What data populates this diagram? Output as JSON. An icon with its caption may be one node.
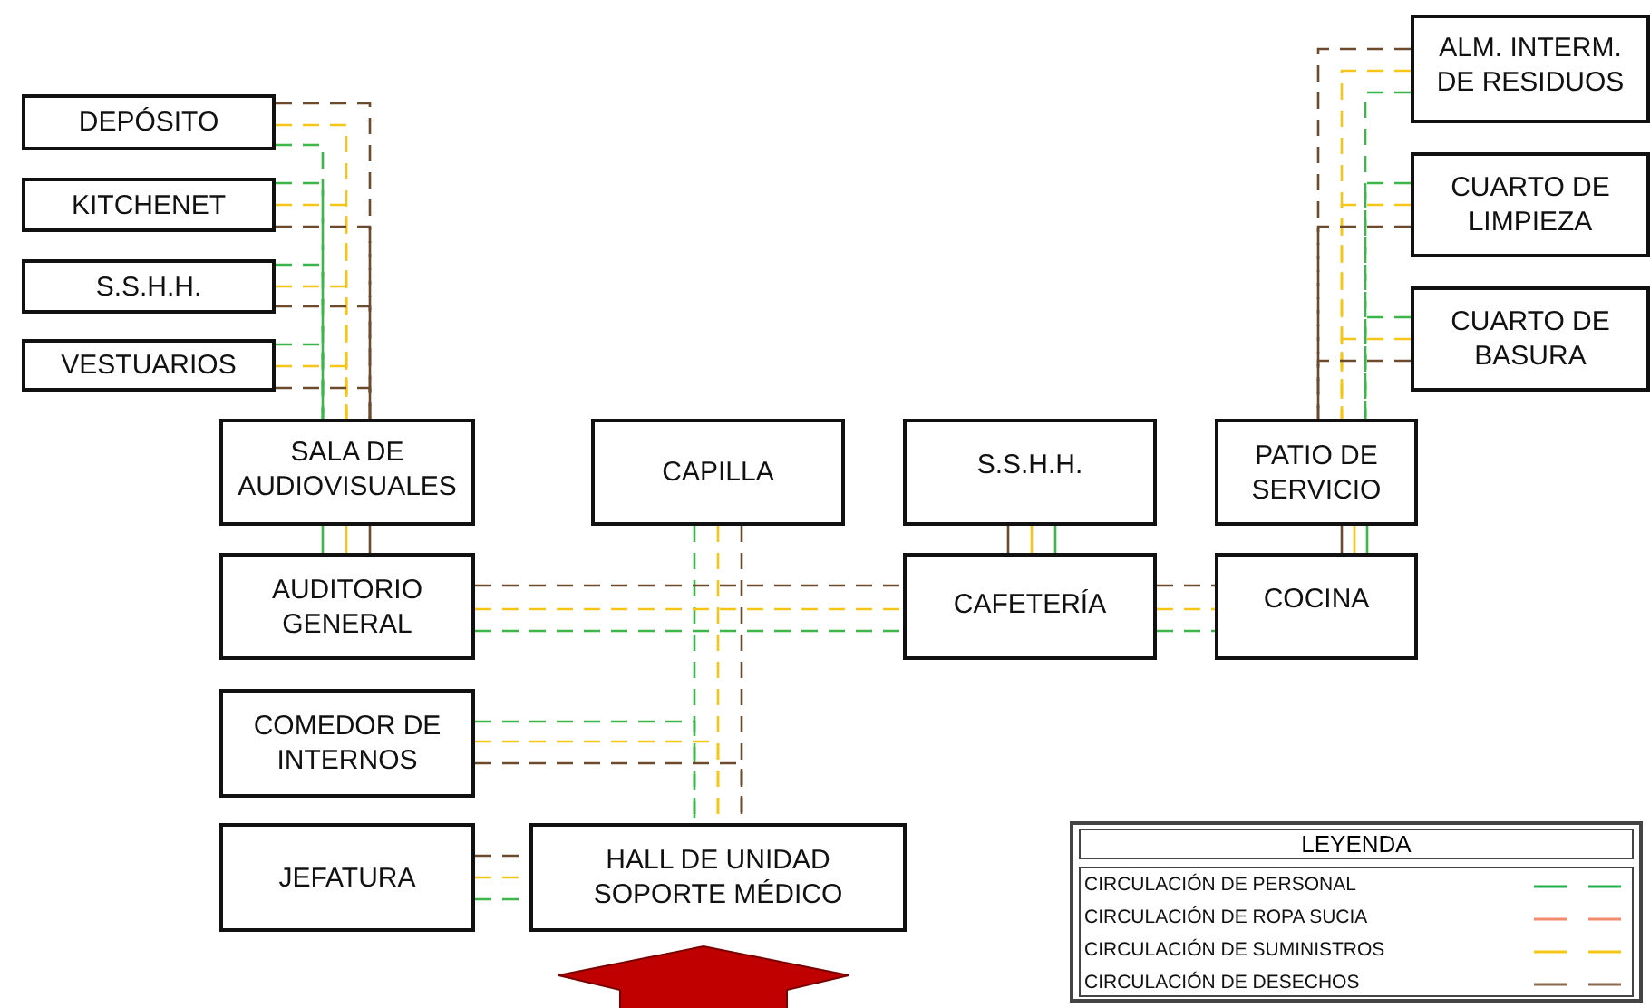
{
  "diagram": {
    "nodes": [
      {
        "text": [
          "DEPÓSITO"
        ]
      },
      {
        "text": [
          "KITCHENET"
        ]
      },
      {
        "text": [
          "S.S.H.H."
        ]
      },
      {
        "text": [
          "VESTUARIOS"
        ]
      },
      {
        "text": [
          "SALA DE AUDIOVISUALES"
        ]
      },
      {
        "text": [
          "CAPILLA"
        ]
      },
      {
        "text": [
          "S.S.H.H."
        ]
      },
      {
        "text": [
          "PATIO DE SERVICIO"
        ]
      },
      {
        "text": [
          "ALM. INTERM. DE RESIDUOS"
        ]
      },
      {
        "text": [
          "CUARTO DE LIMPIEZA"
        ]
      },
      {
        "text": [
          "CUARTO DE BASURA"
        ]
      },
      {
        "text": [
          "AUDITORIO GENERAL"
        ]
      },
      {
        "text": [
          "CAFETERÍA"
        ]
      },
      {
        "text": [
          "COCINA"
        ]
      },
      {
        "text": [
          "COMEDOR DE INTERNOS"
        ]
      },
      {
        "text": [
          "JEFATURA"
        ]
      },
      {
        "text": [
          "HALL DE UNIDAD SOPORTE MÉDICO"
        ]
      }
    ],
    "edges": [
      {
        "from": 0,
        "to": 4,
        "arrow": "none",
        "style": "dashed",
        "color": "#3cb54a"
      },
      {
        "from": 0,
        "to": 4,
        "arrow": "none",
        "style": "dashed",
        "color": "#f5c518"
      },
      {
        "from": 0,
        "to": 4,
        "arrow": "none",
        "style": "dashed",
        "color": "#6b4a2e"
      },
      {
        "from": 1,
        "to": 4,
        "arrow": "none",
        "style": "dashed",
        "color": "#3cb54a"
      },
      {
        "from": 1,
        "to": 4,
        "arrow": "none",
        "style": "dashed",
        "color": "#f5c518"
      },
      {
        "from": 1,
        "to": 4,
        "arrow": "none",
        "style": "dashed",
        "color": "#6b4a2e"
      },
      {
        "from": 2,
        "to": 4,
        "arrow": "none",
        "style": "dashed",
        "color": "#3cb54a"
      },
      {
        "from": 2,
        "to": 4,
        "arrow": "none",
        "style": "dashed",
        "color": "#f5c518"
      },
      {
        "from": 2,
        "to": 4,
        "arrow": "none",
        "style": "dashed",
        "color": "#6b4a2e"
      },
      {
        "from": 3,
        "to": 4,
        "arrow": "none",
        "style": "dashed",
        "color": "#3cb54a"
      },
      {
        "from": 3,
        "to": 4,
        "arrow": "none",
        "style": "dashed",
        "color": "#f5c518"
      },
      {
        "from": 3,
        "to": 4,
        "arrow": "none",
        "style": "dashed",
        "color": "#6b4a2e"
      },
      {
        "from": 4,
        "to": 11,
        "arrow": "none",
        "color": "#3cb54a"
      },
      {
        "from": 4,
        "to": 11,
        "arrow": "none",
        "color": "#f5c518"
      },
      {
        "from": 4,
        "to": 11,
        "arrow": "none",
        "color": "#6b4a2e"
      },
      {
        "from": 5,
        "to": 16,
        "arrow": "none",
        "style": "dashed",
        "color": "#3cb54a"
      },
      {
        "from": 5,
        "to": 16,
        "arrow": "none",
        "style": "dashed",
        "color": "#f5c518"
      },
      {
        "from": 5,
        "to": 16,
        "arrow": "none",
        "style": "dashed",
        "color": "#6b4a2e"
      },
      {
        "from": 6,
        "to": 12,
        "arrow": "none",
        "color": "#3cb54a"
      },
      {
        "from": 6,
        "to": 12,
        "arrow": "none",
        "color": "#f5c518"
      },
      {
        "from": 6,
        "to": 12,
        "arrow": "none",
        "color": "#6b4a2e"
      },
      {
        "from": 7,
        "to": 13,
        "arrow": "none",
        "color": "#3cb54a"
      },
      {
        "from": 7,
        "to": 13,
        "arrow": "none",
        "color": "#f5c518"
      },
      {
        "from": 7,
        "to": 13,
        "arrow": "none",
        "color": "#6b4a2e"
      },
      {
        "from": 8,
        "to": 7,
        "arrow": "none",
        "style": "dashed",
        "color": "#3cb54a"
      },
      {
        "from": 8,
        "to": 7,
        "arrow": "none",
        "style": "dashed",
        "color": "#f5c518"
      },
      {
        "from": 8,
        "to": 7,
        "arrow": "none",
        "style": "dashed",
        "color": "#6b4a2e"
      },
      {
        "from": 9,
        "to": 7,
        "arrow": "none",
        "style": "dashed",
        "color": "#3cb54a"
      },
      {
        "from": 9,
        "to": 7,
        "arrow": "none",
        "style": "dashed",
        "color": "#f5c518"
      },
      {
        "from": 9,
        "to": 7,
        "arrow": "none",
        "style": "dashed",
        "color": "#6b4a2e"
      },
      {
        "from": 10,
        "to": 7,
        "arrow": "none",
        "style": "dashed",
        "color": "#3cb54a"
      },
      {
        "from": 10,
        "to": 7,
        "arrow": "none",
        "style": "dashed",
        "color": "#f5c518"
      },
      {
        "from": 10,
        "to": 7,
        "arrow": "none",
        "style": "dashed",
        "color": "#6b4a2e"
      },
      {
        "from": 11,
        "to": 12,
        "arrow": "none",
        "style": "dashed",
        "color": "#3cb54a"
      },
      {
        "from": 11,
        "to": 12,
        "arrow": "none",
        "style": "dashed",
        "color": "#f5c518"
      },
      {
        "from": 11,
        "to": 12,
        "arrow": "none",
        "style": "dashed",
        "color": "#6b4a2e"
      },
      {
        "from": 12,
        "to": 13,
        "arrow": "none",
        "style": "dashed",
        "color": "#3cb54a"
      },
      {
        "from": 12,
        "to": 13,
        "arrow": "none",
        "style": "dashed",
        "color": "#f5c518"
      },
      {
        "from": 12,
        "to": 13,
        "arrow": "none",
        "style": "dashed",
        "color": "#6b4a2e"
      },
      {
        "from": 14,
        "to": 16,
        "arrow": "none",
        "style": "dashed",
        "color": "#3cb54a"
      },
      {
        "from": 14,
        "to": 16,
        "arrow": "none",
        "style": "dashed",
        "color": "#f5c518"
      },
      {
        "from": 14,
        "to": 16,
        "arrow": "none",
        "style": "dashed",
        "color": "#6b4a2e"
      },
      {
        "from": 15,
        "to": 16,
        "arrow": "none",
        "style": "dashed",
        "color": "#3cb54a"
      },
      {
        "from": 15,
        "to": 16,
        "arrow": "none",
        "style": "dashed",
        "color": "#f5c518"
      },
      {
        "from": 15,
        "to": 16,
        "arrow": "none",
        "style": "dashed",
        "color": "#6b4a2e"
      },
      {
        "from": null,
        "to": 16,
        "arrow": "to",
        "style": "thick",
        "color": "#c00000"
      }
    ],
    "labels": [
      "LEYENDA"
    ],
    "legend": [
      {
        "text": "CIRCULACIÓN DE PERSONAL",
        "color": "#22b24c"
      },
      {
        "text": "CIRCULACIÓN DE ROPA SUCIA",
        "color": "#f4896b"
      },
      {
        "text": "CIRCULACIÓN DE SUMINISTROS",
        "color": "#f5c518"
      },
      {
        "text": "CIRCULACIÓN DE DESECHOS",
        "color": "#8b6b4e"
      }
    ]
  }
}
